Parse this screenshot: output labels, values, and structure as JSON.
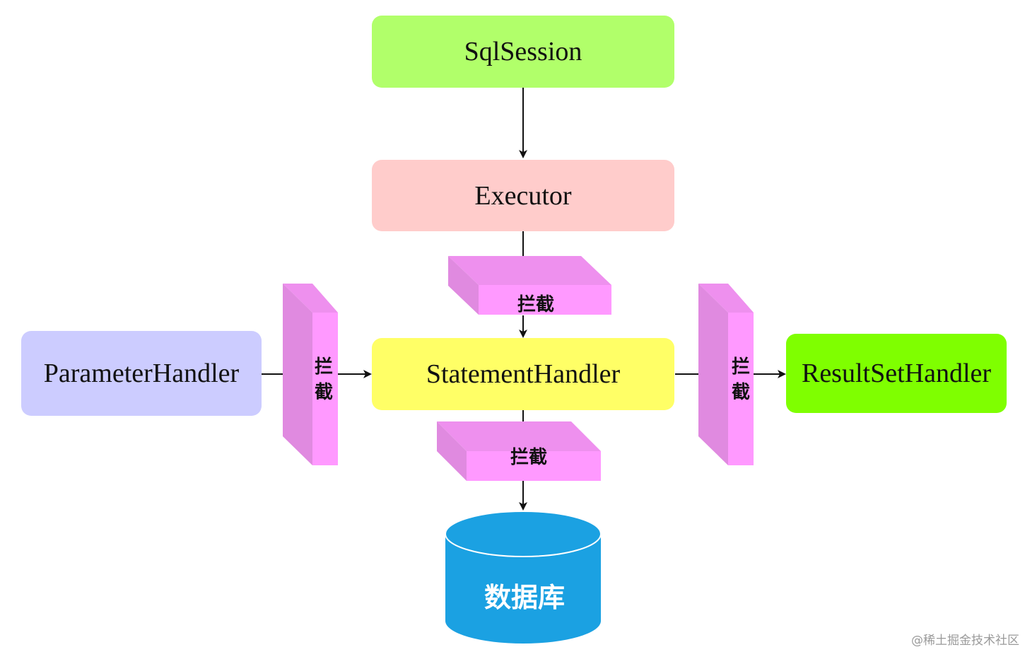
{
  "nodes": {
    "sql_session": {
      "label": "SqlSession",
      "color": "#b1ff6a"
    },
    "executor": {
      "label": "Executor",
      "color": "#ffcccb"
    },
    "statement_handler": {
      "label": "StatementHandler",
      "color": "#ffff66"
    },
    "parameter_handler": {
      "label": "ParameterHandler",
      "color": "#ccccff"
    },
    "result_set_handler": {
      "label": "ResultSetHandler",
      "color": "#7fff00"
    },
    "database": {
      "label": "数据库",
      "color": "#1ba1e2"
    }
  },
  "interceptors": {
    "label": "拦截",
    "front_color": "#ff99ff",
    "side_color": "#e08ae0",
    "top_color": "#ee90ee"
  },
  "watermark": "@稀土掘金技术社区"
}
